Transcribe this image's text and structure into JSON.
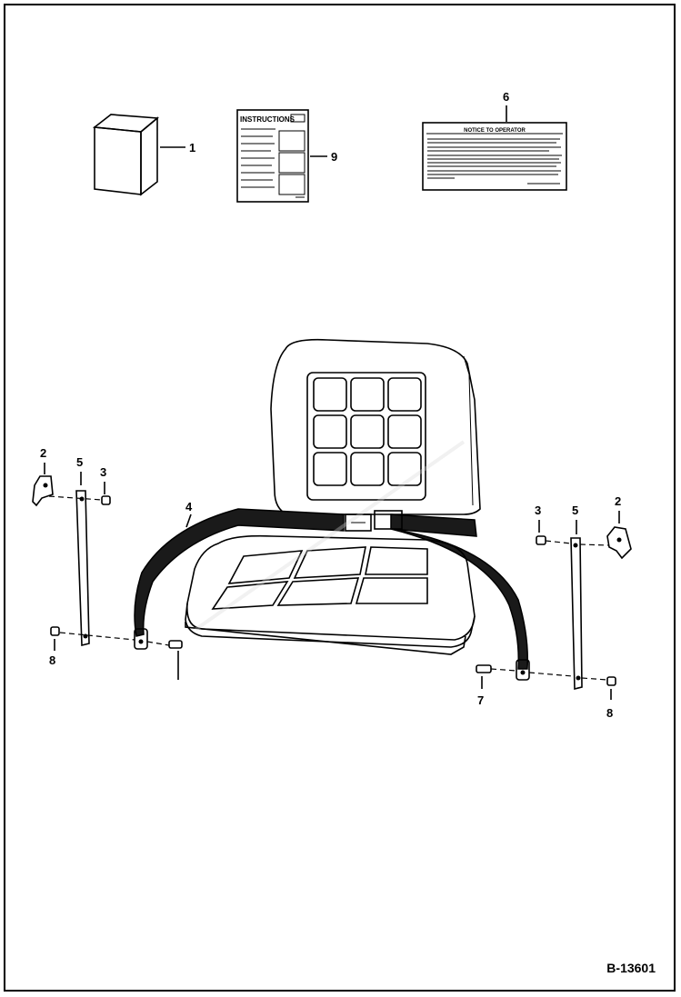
{
  "diagram": {
    "figure_number": "B-13601",
    "instruction_label": "INSTRUCTIONS",
    "decal_title": "NOTICE TO OPERATOR",
    "callouts": {
      "kit": "1",
      "instructions": "9",
      "decal": "6",
      "bracket_left": "2",
      "strap_left": "5",
      "nut_left": "3",
      "belt": "4",
      "nut_bottom_left": "8",
      "nut_right": "3",
      "strap_right": "5",
      "bracket_right": "2",
      "bolt_right": "7",
      "nut_bottom_right": "8"
    }
  }
}
